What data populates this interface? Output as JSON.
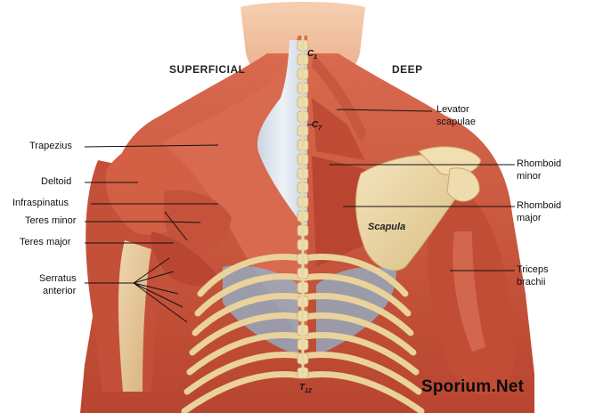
{
  "headers": {
    "superficial": "SUPERFICIAL",
    "deep": "DEEP"
  },
  "vertebrae": {
    "c1": "C",
    "c1_sub": "1",
    "c7": "C",
    "c7_sub": "7",
    "t12": "T",
    "t12_sub": "12"
  },
  "left_labels": {
    "trapezius": "Trapezius",
    "deltoid": "Deltoid",
    "infraspinatus": "Infraspinatus",
    "teres_minor": "Teres minor",
    "teres_major": "Teres major",
    "serratus_anterior_1": "Serratus",
    "serratus_anterior_2": "anterior"
  },
  "right_labels": {
    "levator_scapulae_1": "Levator",
    "levator_scapulae_2": "scapulae",
    "rhomboid_minor_1": "Rhomboid",
    "rhomboid_minor_2": "minor",
    "rhomboid_major_1": "Rhomboid",
    "rhomboid_major_2": "major",
    "triceps_brachii_1": "Triceps",
    "triceps_brachii_2": "brachii"
  },
  "scapula_label": "Scapula",
  "watermark": "Sporium.Net",
  "colors": {
    "muscle": "#c9553d",
    "muscle_light": "#e2866b",
    "muscle_dark": "#a73b28",
    "skin": "#f1c3a2",
    "tendon": "#dfe6ee",
    "bone": "#ecd7a6",
    "bone_dark": "#d4b778",
    "lung": "#8fb4cf",
    "leader": "#111111"
  }
}
